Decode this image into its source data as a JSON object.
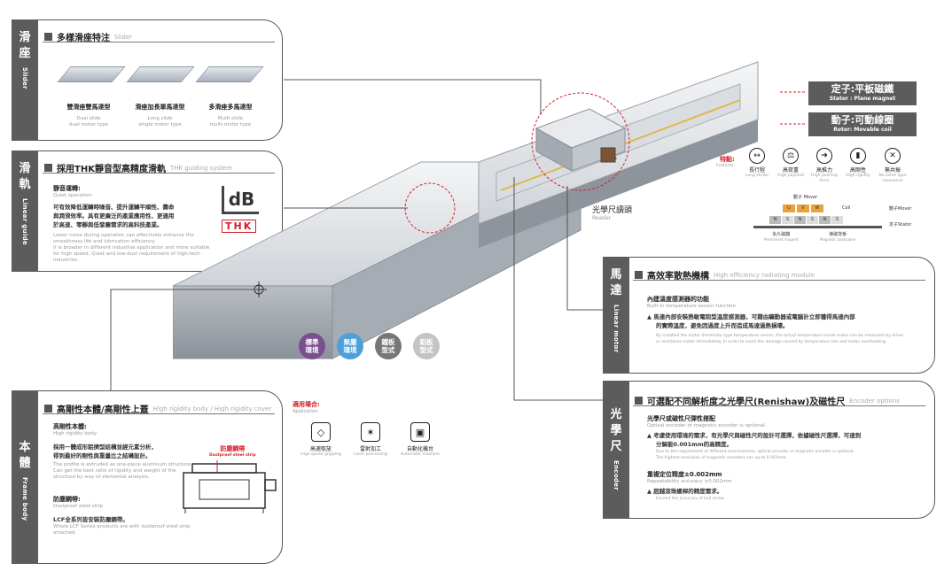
{
  "slide_card": {
    "tab_zh": [
      "滑",
      "座"
    ],
    "tab_en": "Slider",
    "head_zh": "多樣滑座特注",
    "head_en": "Slider",
    "items": [
      {
        "zh": "雙滑座雙馬達型",
        "en1": "Dual slide",
        "en2": "dual motor type"
      },
      {
        "zh": "滑座加長單馬達型",
        "en1": "Long slide",
        "en2": "single motor type"
      },
      {
        "zh": "多滑座多馬達型",
        "en1": "Multi-slide",
        "en2": "multi-motor type"
      }
    ]
  },
  "rail_card": {
    "tab_zh": [
      "滑",
      "軌"
    ],
    "tab_en": "Linear guide",
    "head_zh": "採用THK靜音型高精度滑軌",
    "head_en": "THK guiding system",
    "sub_zh": "靜音運轉:",
    "sub_en": "Quiet operation:",
    "body": [
      "可有效降低運轉時噪音、提升運轉平順性、壽命",
      "與潤滑效率。具有更廣泛的產業應用性、更適用",
      "於高速、零靜與低發塵需求的高科技產業。"
    ],
    "body_en": [
      "Lower noise during operation can effectively enhance the",
      "smoothness life and lubrication efficiency.",
      "It is broader in different industrial application and more suitable",
      "for high speed, Quiet and low-dust requirement of high-tech industries."
    ],
    "logo_db": "dB",
    "logo_thk": "THK"
  },
  "body_card": {
    "tab_zh": [
      "本",
      "體"
    ],
    "tab_en": "Frame body",
    "head_zh": "高剛性本體/高剛性上蓋",
    "head_en": "High rigidity body / High rigidity cover",
    "s1_zh": "高剛性本體:",
    "s1_en": "High rigidity body",
    "s1_body": [
      "採用一體成形鋁擠型結構並經元素分析，",
      "得到最好的剛性與重量比之結構設計。"
    ],
    "s1_en_body": [
      "The profile is extruded as one-piece aluminum structure.",
      "Can get the best ratio of rigidity and weight of the",
      "structure by way of elemental analysis."
    ],
    "s2_zh": "防塵鋼帶:",
    "s2_en": "Dustproof steel strip",
    "s2_body": "LCF全系列皆安裝防塵鋼帶。",
    "s2_en_body": [
      "Whole LCF Series products are with dustproof steel strip",
      "attached."
    ],
    "strip_zh": "防塵鋼帶",
    "strip_en": "Dustproof steel strip"
  },
  "application": {
    "title_zh": "適用場合:",
    "title_en": "Application:",
    "items": [
      {
        "zh": "高速取放",
        "en": "High speed gripping",
        "icon": "◇"
      },
      {
        "zh": "雷射加工",
        "en": "Laser processing",
        "icon": "✶"
      },
      {
        "zh": "自動化機台",
        "en": "Automatic machine",
        "icon": "▣"
      }
    ]
  },
  "env_buttons": [
    {
      "l1": "標準",
      "l2": "環境",
      "color": "#7a4f8e"
    },
    {
      "l1": "無塵",
      "l2": "環境",
      "color": "#4d9fd9"
    },
    {
      "l1": "鐵板",
      "l2": "型式",
      "color": "#777777"
    },
    {
      "l1": "鋁板",
      "l2": "型式",
      "color": "#c4c4c4"
    }
  ],
  "reader": {
    "zh": "光學尺讀頭",
    "en": "Reader"
  },
  "stator": {
    "zh": "定子:平板磁鐵",
    "en": "Stator : Plane magnet"
  },
  "rotor": {
    "zh": "動子:可動線圈",
    "en": "Rotor: Movable coil"
  },
  "features": {
    "title_zh": "特點:",
    "title_en": "Features:",
    "items": [
      {
        "zh": "長行程",
        "en": "Long stroke",
        "icon": "↔"
      },
      {
        "zh": "高荷重",
        "en": "High payload",
        "icon": "⚖"
      },
      {
        "zh": "高推力",
        "en": "High pushing force",
        "icon": "➜"
      },
      {
        "zh": "高剛性",
        "en": "High rigidity",
        "icon": "▮"
      },
      {
        "zh": "無共振",
        "en": "No same type resonance",
        "icon": "✕"
      }
    ]
  },
  "magnet_diagram": {
    "mover_zh": "動子",
    "mover_en": "Mover",
    "coil": "Coil",
    "mover_lbl": "動子Mover",
    "stator_lbl": "定子Stator",
    "pm_zh": "永久磁鐵",
    "pm_en": "Permanent magnet",
    "bp_zh": "導磁背板",
    "bp_en": "Magnetic backplane",
    "uvw": [
      "U",
      "V",
      "W"
    ],
    "ns": [
      "N",
      "S",
      "N",
      "S",
      "N",
      "S"
    ]
  },
  "motor_card": {
    "tab_zh": [
      "馬",
      "達"
    ],
    "tab_en": "Linear motor",
    "head_zh": "高效率散熱機構",
    "head_en": "High efficiency radiating module",
    "sub_zh": "內建溫度感測器的功能",
    "sub_en": "Built-in temperature sensor function",
    "body": [
      "▲ 馬達內部安裝熱敏電阻型溫度感測器，可藉由驅動器或電腦計立即獲得馬達內部",
      "的實際溫度，避免因過度上升而造成馬達過熱損壞。"
    ],
    "body_en": [
      "By installed the motor thermistor type temperature sensor, the actual temperature inside motor can be measured by driver",
      "or resistance meter immediately. In order to avoid the damage caused by temperature rise and motor overheating."
    ]
  },
  "encoder_card": {
    "tab_zh": [
      "光",
      "學",
      "尺"
    ],
    "tab_en": "Encoder",
    "head_zh": "可選配不同解析度之光學尺(Renishaw)及磁性尺",
    "head_en": "Encoder options",
    "s1_zh": "光學尺或磁性尺彈性搭配",
    "s1_en": "Optical encoder or magnetic encoder is optional.",
    "s1_body": [
      "▲ 考慮使用環境的需求，有光學尺與磁性尺的設計可選擇，依據磁性尺選擇，可達到",
      "分解能0.001mm的高精度。"
    ],
    "s1_en_body": [
      "Due to the requirement of different environments, optical encoder or magnetic encoder is optional.",
      "The highest resolution of magnetic encoders can up to 0.001mm."
    ],
    "s2_zh": "重複定位精度±0.002mm",
    "s2_en": "Repeatability accuracy ±0.002mm",
    "s2_body": "▲ 超越滾珠螺桿的精度需求。",
    "s2_en_body": "Exceed the accuracy of ball screw."
  },
  "colors": {
    "tab": "#5c5c5c",
    "accent_red": "#d2202a",
    "line": "#555555"
  }
}
